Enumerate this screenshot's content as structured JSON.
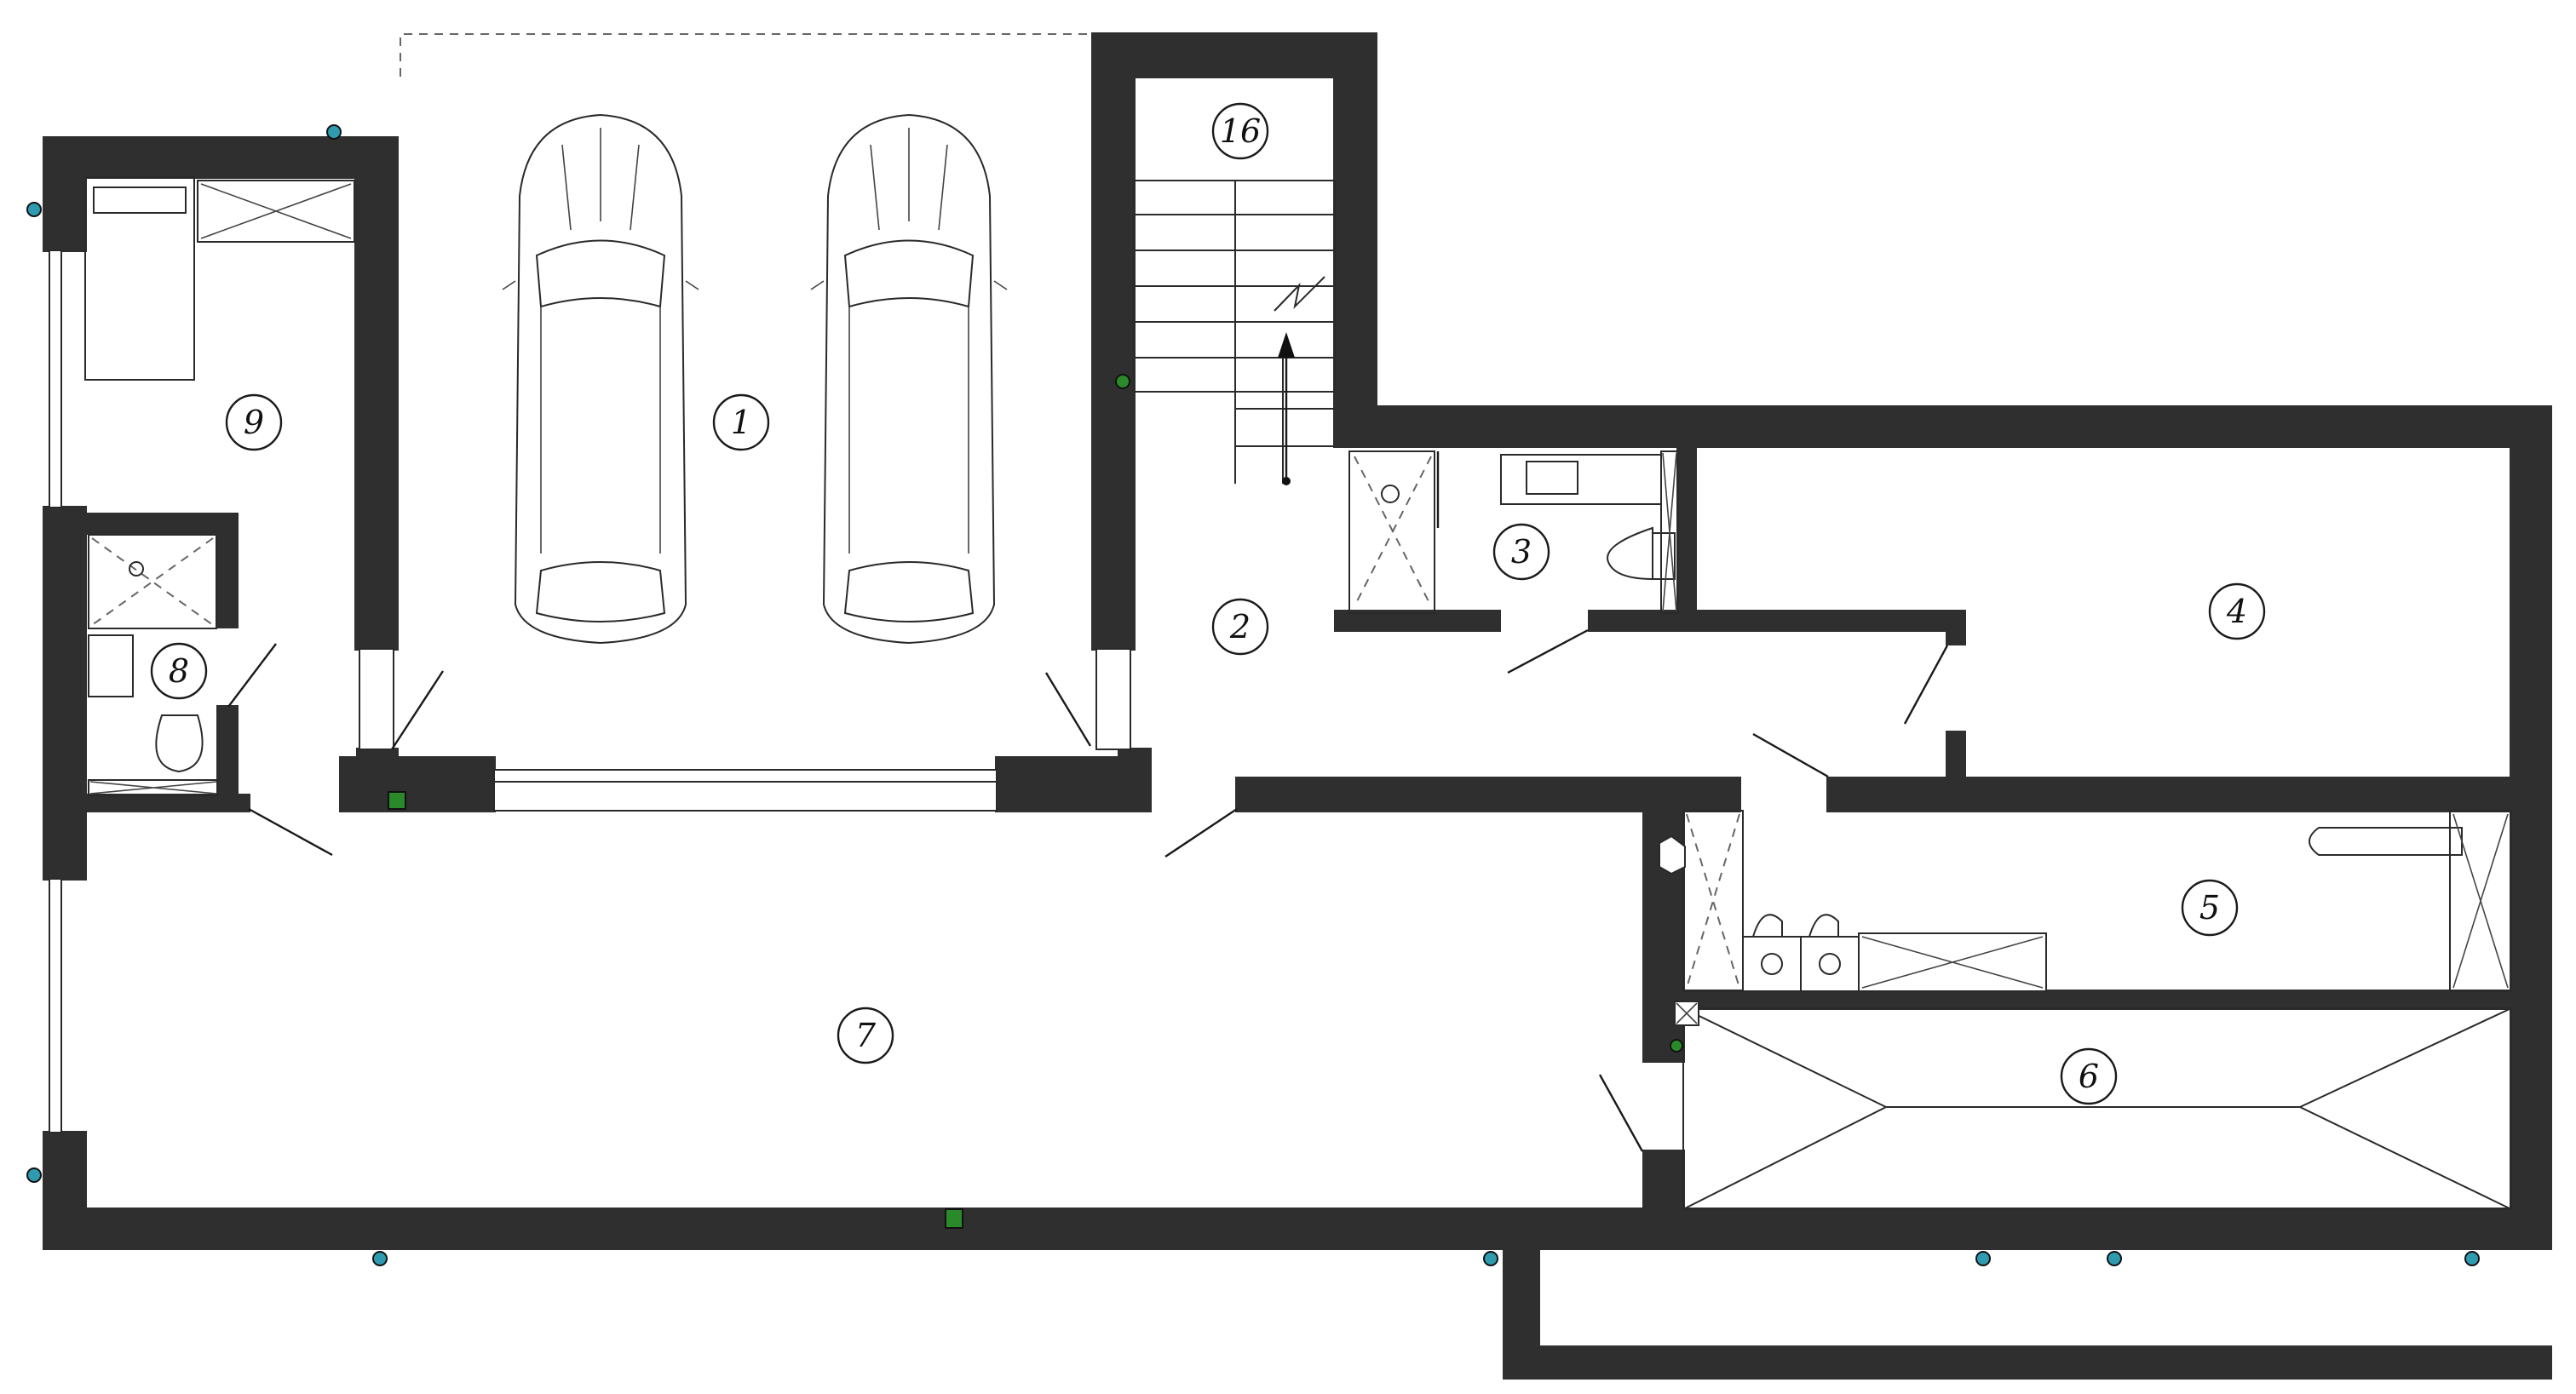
{
  "plan": {
    "rooms": [
      {
        "key": "room-1",
        "label": "1"
      },
      {
        "key": "room-2",
        "label": "2"
      },
      {
        "key": "room-3",
        "label": "3"
      },
      {
        "key": "room-4",
        "label": "4"
      },
      {
        "key": "room-5",
        "label": "5"
      },
      {
        "key": "room-6",
        "label": "6"
      },
      {
        "key": "room-7",
        "label": "7"
      },
      {
        "key": "room-8",
        "label": "8"
      },
      {
        "key": "room-9",
        "label": "9"
      },
      {
        "key": "room-16",
        "label": "16"
      }
    ],
    "icons": {
      "car": "car-icon",
      "stairs": "staircase-icon",
      "toilet": "toilet-icon",
      "sink": "sink-icon",
      "shower": "shower-icon",
      "washer": "washing-machine-icon",
      "pool": "pool-icon",
      "bed": "bed-icon"
    },
    "colors": {
      "wall": "#2f2f2f",
      "line": "#1a1a1a",
      "sensor_green": "#2a8a2a",
      "sensor_blue": "#2f9bb0"
    }
  }
}
